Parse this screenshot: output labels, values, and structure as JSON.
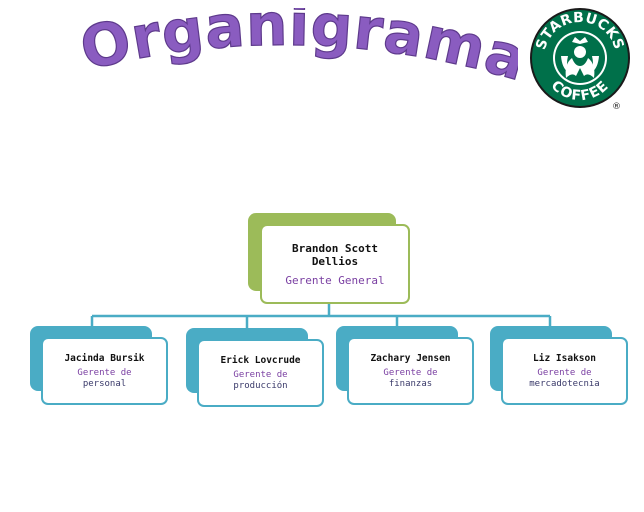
{
  "title": "Organigrama",
  "logo": {
    "top_text": "STARBUCKS",
    "bottom_text": "COFFEE",
    "registered": "®",
    "color": "#00704a"
  },
  "colors": {
    "title": "#8a5cc0",
    "top_node": "#9cbb59",
    "sub_node": "#4aacc5",
    "role_text": "#7a3fa2"
  },
  "org": {
    "root": {
      "name_line1": "Brandon Scott",
      "name_line2": "Dellios",
      "role": "Gerente General"
    },
    "children": [
      {
        "name": "Jacinda Bursik",
        "role_line1": "Gerente de",
        "role_line2": "personal"
      },
      {
        "name": "Erick Lovcrude",
        "role_line1": "Gerente de",
        "role_line2": "producción"
      },
      {
        "name": "Zachary Jensen",
        "role_line1": "Gerente de",
        "role_line2": "finanzas"
      },
      {
        "name": "Liz Isakson",
        "role_line1": "Gerente de",
        "role_line2": "mercadotecnia"
      }
    ]
  }
}
